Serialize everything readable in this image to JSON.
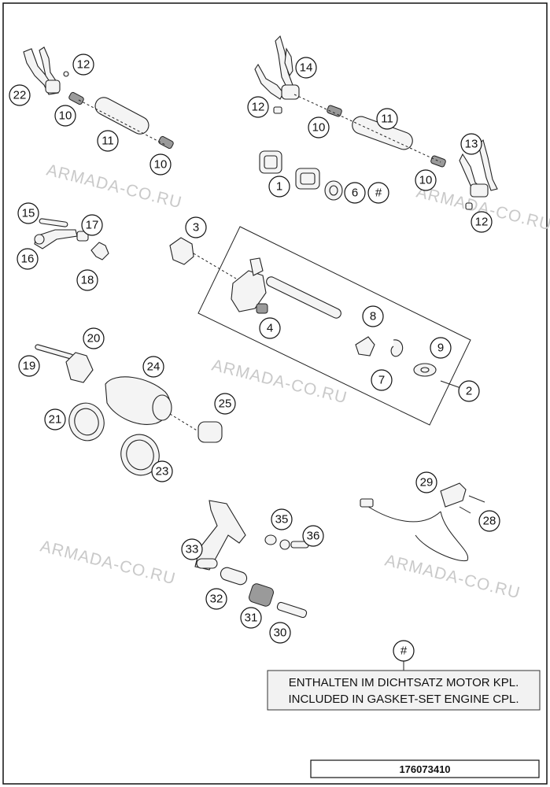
{
  "watermark": "ARMADA-CO.RU",
  "note": {
    "marker": "#",
    "line1": "ENTHALTEN IM DICHTSATZ MOTOR KPL.",
    "line2": "INCLUDED IN GASKET-SET ENGINE CPL."
  },
  "document_number": "176073410",
  "callouts": [
    {
      "id": "c1",
      "label": "1"
    },
    {
      "id": "c2",
      "label": "2"
    },
    {
      "id": "c3",
      "label": "3"
    },
    {
      "id": "c4",
      "label": "4"
    },
    {
      "id": "c5",
      "label": "6"
    },
    {
      "id": "c6",
      "label": "#"
    },
    {
      "id": "c7",
      "label": "7"
    },
    {
      "id": "c8",
      "label": "8"
    },
    {
      "id": "c9",
      "label": "9"
    },
    {
      "id": "c10",
      "label": "10"
    },
    {
      "id": "c11",
      "label": "10"
    },
    {
      "id": "c12",
      "label": "10"
    },
    {
      "id": "c13",
      "label": "10"
    },
    {
      "id": "c14",
      "label": "11"
    },
    {
      "id": "c15",
      "label": "11"
    },
    {
      "id": "c16",
      "label": "12"
    },
    {
      "id": "c17",
      "label": "12"
    },
    {
      "id": "c18",
      "label": "12"
    },
    {
      "id": "c19",
      "label": "13"
    },
    {
      "id": "c20",
      "label": "14"
    },
    {
      "id": "c21",
      "label": "15"
    },
    {
      "id": "c22",
      "label": "16"
    },
    {
      "id": "c23",
      "label": "17"
    },
    {
      "id": "c24",
      "label": "18"
    },
    {
      "id": "c25",
      "label": "19"
    },
    {
      "id": "c26",
      "label": "20"
    },
    {
      "id": "c27",
      "label": "21"
    },
    {
      "id": "c28",
      "label": "22"
    },
    {
      "id": "c29",
      "label": "23"
    },
    {
      "id": "c30",
      "label": "24"
    },
    {
      "id": "c31",
      "label": "25"
    },
    {
      "id": "c32",
      "label": "28"
    },
    {
      "id": "c33",
      "label": "29"
    },
    {
      "id": "c34",
      "label": "30"
    },
    {
      "id": "c35",
      "label": "31"
    },
    {
      "id": "c36",
      "label": "32"
    },
    {
      "id": "c37",
      "label": "33"
    },
    {
      "id": "c38",
      "label": "35"
    },
    {
      "id": "c39",
      "label": "36"
    }
  ]
}
